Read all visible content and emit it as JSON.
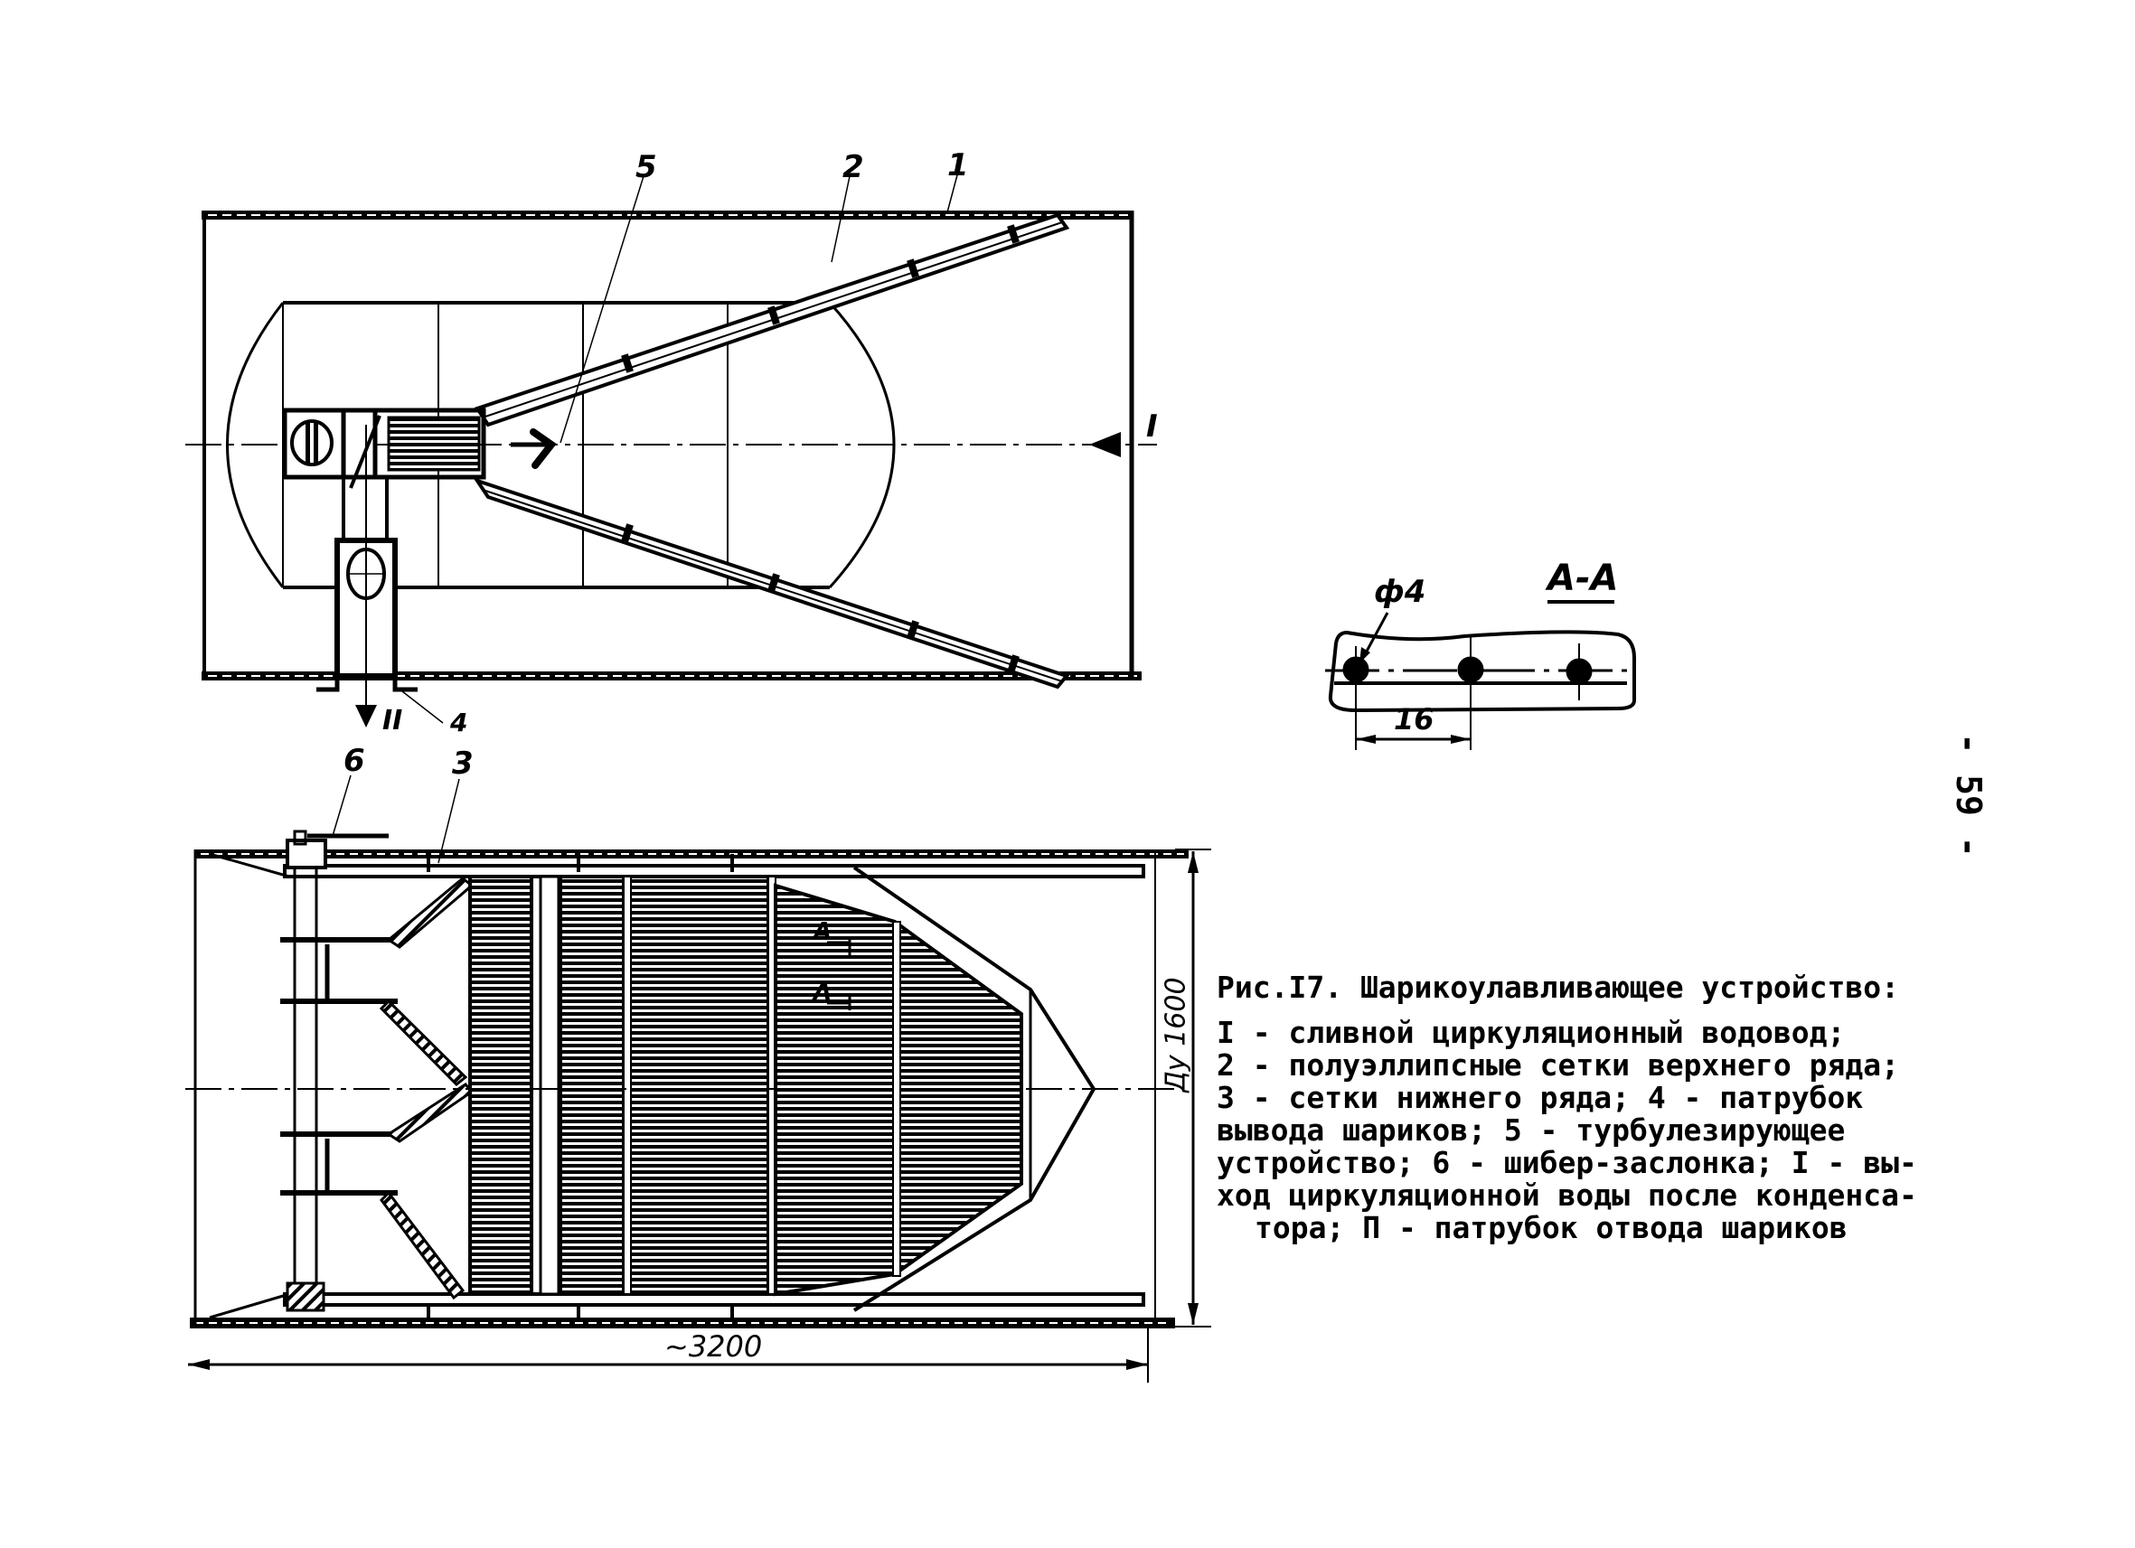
{
  "page": {
    "page_number": "- 59 -"
  },
  "figure": {
    "top_view": {
      "labels": {
        "item_1": "1",
        "item_2": "2",
        "item_4": "4",
        "item_5": "5",
        "flow_in": "I",
        "flow_out": "II"
      }
    },
    "side_view": {
      "labels": {
        "item_3": "3",
        "item_6": "6",
        "section_mark_1": "A",
        "section_mark_2": "A"
      },
      "dimensions": {
        "length": "~3200",
        "diameter": "Ду 1600"
      }
    },
    "section_aa": {
      "title": "A-A",
      "hole_diameter": "ф4",
      "pitch": "16"
    }
  },
  "caption": {
    "title": "Рис.I7. Шарикоулавливающее устройство:",
    "lines": [
      "I - сливной циркуляционный водовод;",
      "2 - полуэллипсные сетки верхнего ряда;",
      "3 - сетки нижнего ряда; 4 - патрубок",
      "вывода шариков; 5 - турбулезирующее",
      "устройство; 6 - шибер-заслонка; I - вы-",
      "ход циркуляционной воды после конденса-",
      "тора; П - патрубок отвода шариков"
    ]
  }
}
